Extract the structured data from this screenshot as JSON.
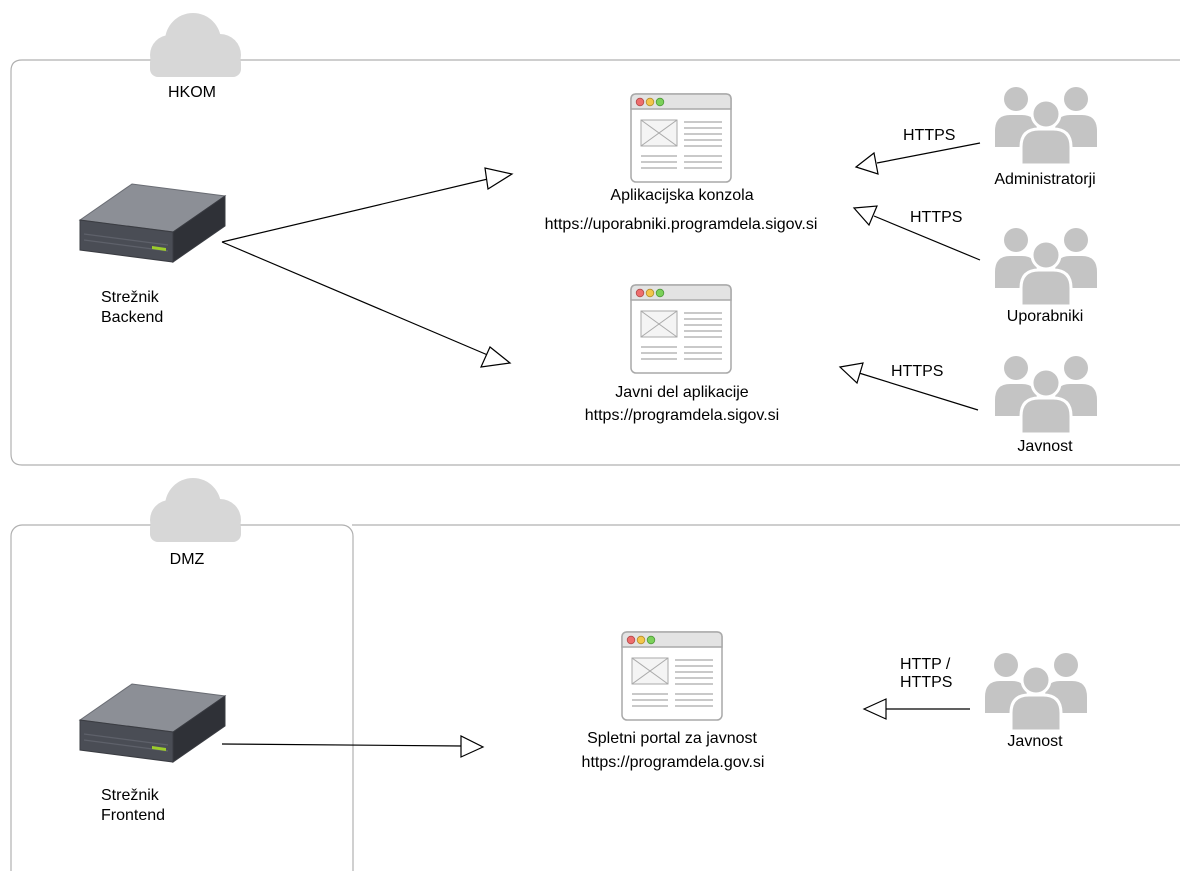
{
  "zones": {
    "hkom": {
      "label": "HKOM"
    },
    "dmz": {
      "label": "DMZ"
    }
  },
  "servers": {
    "backend": {
      "label": "Strežnik\nBackend"
    },
    "frontend": {
      "label": "Strežnik\nFrontend"
    }
  },
  "apps": {
    "console": {
      "title": "Aplikacijska konzola",
      "url": "https://uporabniki.programdela.sigov.si"
    },
    "public": {
      "title": "Javni del aplikacije",
      "url": "https://programdela.sigov.si"
    },
    "portal": {
      "title": "Spletni portal za javnost",
      "url": "https://programdela.gov.si"
    }
  },
  "users": {
    "admins": {
      "label": "Administratorji"
    },
    "users": {
      "label": "Uporabniki"
    },
    "public1": {
      "label": "Javnost"
    },
    "public2": {
      "label": "Javnost"
    }
  },
  "connections": {
    "admins": "HTTPS",
    "users": "HTTPS",
    "public1": "HTTPS",
    "public2": "HTTP /\nHTTPS"
  },
  "colors": {
    "border": "#b0b0b0",
    "cloud": "#d7d7d7",
    "users": "#c4c4c4",
    "server_top": "#8c8f96",
    "server_front": "#4a4d55",
    "led": "#9ccc2b"
  }
}
